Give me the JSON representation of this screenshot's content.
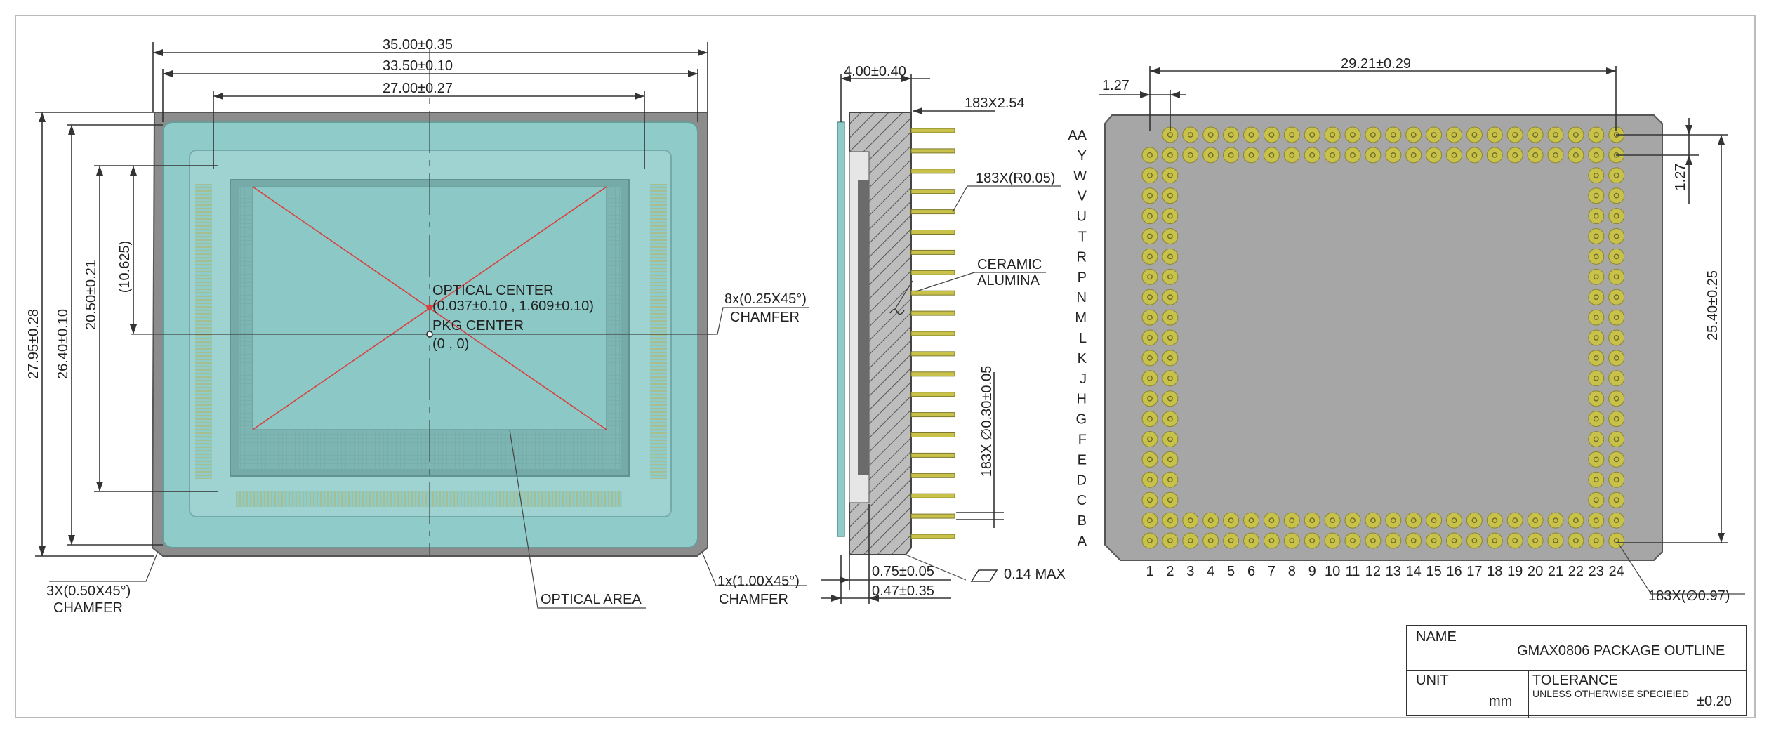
{
  "colors": {
    "package_outer": "#8c8c8c",
    "package_inner": "#a6a6a6",
    "glass": "#8fcbc9",
    "glass_dark": "#78b2b0",
    "optical_area": "#8cc8c6",
    "diagonal": "#d84040",
    "pin": "#c8c24a",
    "pin_hole": "#6e6a28",
    "line": "#333333"
  },
  "top_view": {
    "dim_width_outer": "35.00±0.35",
    "dim_width_mid": "33.50±0.10",
    "dim_width_inner": "27.00±0.27",
    "dim_height_outer": "27.95±0.28",
    "dim_height_mid": "26.40±0.10",
    "dim_height_inner": "20.50±0.21",
    "dim_height_ref": "(10.625)",
    "optical_center_label": "OPTICAL CENTER",
    "optical_center_value": "(0.037±0.10 , 1.609±0.10)",
    "pkg_center_label": "PKG CENTER",
    "pkg_center_value": "(0 , 0)",
    "chamfer_8x": "8x(0.25X45°)",
    "chamfer_8x_word": "CHAMFER",
    "chamfer_3x": "3X(0.50X45°)",
    "chamfer_3x_word": "CHAMFER",
    "chamfer_1x": "1x(1.00X45°)",
    "chamfer_1x_word": "CHAMFER",
    "optical_area_label": "OPTICAL AREA"
  },
  "side_view": {
    "dim_thickness": "4.00±0.40",
    "pin_pitch": "183X2.54",
    "pin_radius": "183X(R0.05)",
    "material_line1": "CERAMIC",
    "material_line2": "ALUMINA",
    "pin_diameter": "183X ∅0.30±0.05",
    "dim_bottom1": "0.75±0.05",
    "dim_bottom2": "0.47±0.35",
    "flatness": "0.14 MAX"
  },
  "bottom_view": {
    "dim_width": "29.21±0.29",
    "dim_pitch_h": "1.27",
    "dim_pitch_v": "1.27",
    "dim_height": "25.40±0.25",
    "pin_count_diameter": "183X(∅0.97)",
    "rows": [
      "AA",
      "Y",
      "W",
      "V",
      "U",
      "T",
      "R",
      "P",
      "N",
      "M",
      "L",
      "K",
      "J",
      "H",
      "G",
      "F",
      "E",
      "D",
      "C",
      "B",
      "A"
    ],
    "columns": [
      "1",
      "2",
      "3",
      "4",
      "5",
      "6",
      "7",
      "8",
      "9",
      "10",
      "11",
      "12",
      "13",
      "14",
      "15",
      "16",
      "17",
      "18",
      "19",
      "20",
      "21",
      "22",
      "23",
      "24"
    ]
  },
  "title_block": {
    "name_label": "NAME",
    "name_value": "GMAX0806 PACKAGE OUTLINE",
    "unit_label": "UNIT",
    "unit_value": "mm",
    "tolerance_label": "TOLERANCE",
    "tolerance_note": "UNLESS OTHERWISE SPECIEIED",
    "tolerance_value": "±0.20"
  }
}
